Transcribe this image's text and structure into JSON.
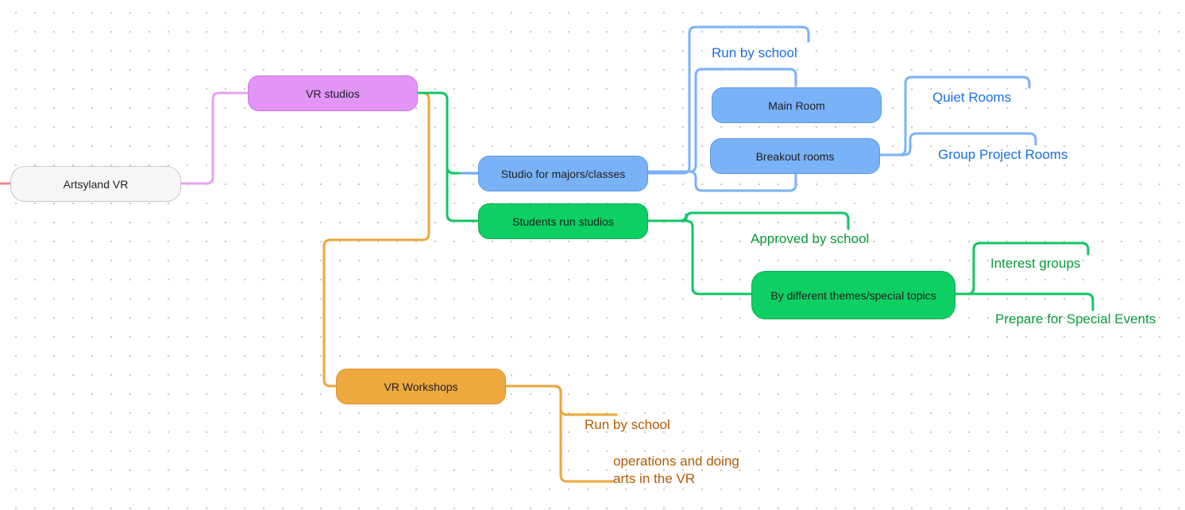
{
  "nodes": {
    "root": "Artsyland VR",
    "vr_studios": "VR studios",
    "studio_majors": "Studio for majors/classes",
    "students_run": "Students run studios",
    "main_room": "Main Room",
    "breakout_rooms": "Breakout rooms",
    "themes": "By different themes/special topics",
    "vr_workshops": "VR Workshops"
  },
  "labels": {
    "run_by_school_top": "Run by school",
    "quiet_rooms": "Quiet Rooms",
    "group_project_rooms": "Group Project Rooms",
    "approved_by_school": "Approved by school",
    "interest_groups": "Interest groups",
    "prepare_special_events": "Prepare for Special Events",
    "run_by_school_workshop": "Run by school",
    "operations": "operations and doing arts in the VR"
  },
  "colors": {
    "pink": "#e07fec",
    "pink_fill": "#e294f7",
    "blue": "#6aaaf0",
    "blue_fill": "#7ab2f7",
    "blue_text": "#1a6fe0",
    "green": "#11c565",
    "green_fill": "#0dcf64",
    "green_text": "#0a9a38",
    "orange": "#eba63a",
    "orange_fill": "#eda93e",
    "orange_text": "#b35a00",
    "root_fill": "#f6f6f6",
    "root_border": "#c8c8c8",
    "lead_line": "#f08c8c"
  }
}
